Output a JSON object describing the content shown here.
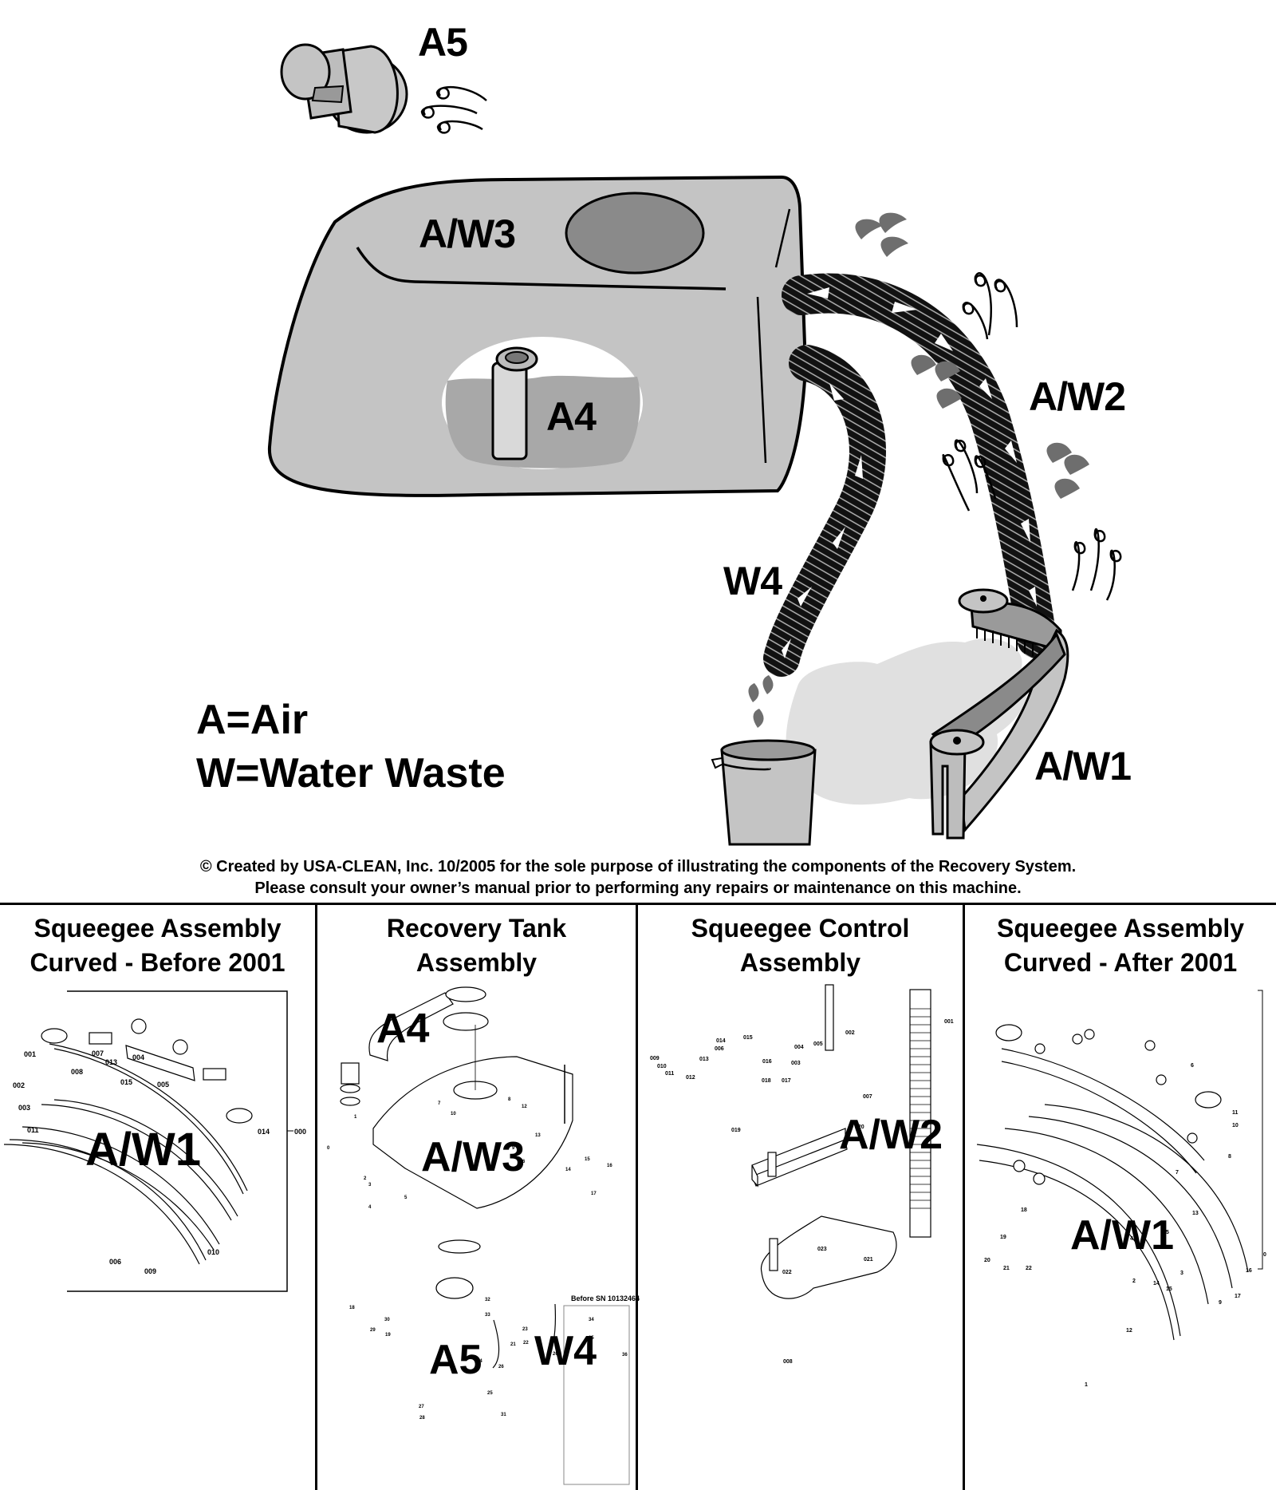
{
  "illustration": {
    "labels": {
      "a5": "A5",
      "aw3": "A/W3",
      "a4": "A4",
      "aw2": "A/W2",
      "w4": "W4",
      "aw1": "A/W1"
    },
    "legend": {
      "air": "A=Air",
      "water": "W=Water Waste"
    },
    "colors": {
      "tank_fill": "#c4c4c4",
      "hole_fill": "#8a8a8a",
      "hose": "#1a1a1a",
      "droplet": "#6e6e6e",
      "puddle": "#e0e0e0"
    }
  },
  "notice": {
    "line1": "© Created by USA-CLEAN, Inc. 10/2005 for the sole purpose of illustrating the components of the Recovery System.",
    "line2": "Please consult your owner’s manual prior to performing any repairs or maintenance on this machine."
  },
  "panels": [
    {
      "title_line1": "Squeegee Assembly",
      "title_line2": "Curved - Before 2001",
      "overlay_labels": [
        "A/W1"
      ],
      "part_numbers": [
        "001",
        "002",
        "003",
        "004",
        "005",
        "006",
        "007",
        "008",
        "009",
        "010",
        "011",
        "013",
        "014",
        "015",
        "000"
      ]
    },
    {
      "title_line1": "Recovery Tank",
      "title_line2": "Assembly",
      "overlay_labels": [
        "A4",
        "A/W3",
        "A5",
        "W4"
      ],
      "note": "Before SN 10132464",
      "part_numbers": [
        "0",
        "1",
        "2",
        "3",
        "4",
        "5",
        "6",
        "7",
        "8",
        "9",
        "10",
        "12",
        "13",
        "14",
        "15",
        "16",
        "17",
        "18",
        "19",
        "20",
        "21",
        "22",
        "23",
        "24",
        "25",
        "26",
        "27",
        "28",
        "29",
        "30",
        "31",
        "32",
        "33",
        "34",
        "35",
        "36"
      ]
    },
    {
      "title_line1": "Squeegee Control",
      "title_line2": "Assembly",
      "overlay_labels": [
        "A/W2"
      ],
      "part_numbers": [
        "001",
        "002",
        "003",
        "004",
        "005",
        "006",
        "007",
        "008",
        "009",
        "010",
        "011",
        "012",
        "013",
        "014",
        "015",
        "016",
        "017",
        "018",
        "019",
        "020",
        "021",
        "022",
        "023"
      ]
    },
    {
      "title_line1": "Squeegee Assembly",
      "title_line2": "Curved - After 2001",
      "overlay_labels": [
        "A/W1"
      ],
      "part_numbers": [
        "0",
        "1",
        "2",
        "3",
        "4",
        "5",
        "6",
        "7",
        "8",
        "9",
        "10",
        "11",
        "12",
        "13",
        "14",
        "15",
        "16",
        "17",
        "18",
        "19",
        "20",
        "21",
        "22"
      ]
    }
  ]
}
